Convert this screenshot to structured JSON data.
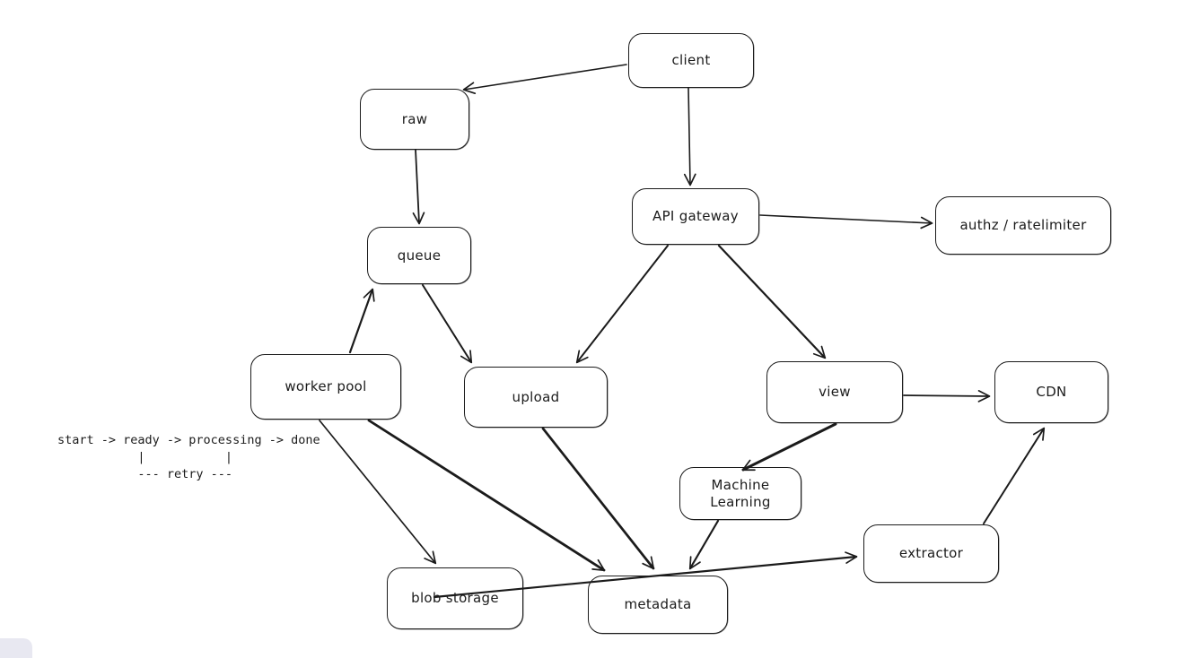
{
  "canvas": {
    "background": "#ffffff",
    "stroke_color": "#1b1b1b"
  },
  "nodes": {
    "client": {
      "label": "client"
    },
    "raw": {
      "label": "raw"
    },
    "api_gateway": {
      "label": "API gateway"
    },
    "authz_ratelimiter": {
      "label": "authz / ratelimiter"
    },
    "queue": {
      "label": "queue"
    },
    "worker_pool": {
      "label": "worker pool"
    },
    "upload": {
      "label": "upload"
    },
    "view": {
      "label": "view"
    },
    "cdn": {
      "label": "CDN"
    },
    "machine_learning": {
      "label": "Machine\nLearning"
    },
    "blob_storage": {
      "label": "blob storage"
    },
    "metadata": {
      "label": "metadata"
    },
    "extractor": {
      "label": "extractor"
    }
  },
  "annotation": {
    "state_flow": "start -> ready -> processing -> done\n           |           |\n           --- retry ---"
  },
  "edges": [
    {
      "from": "client",
      "to": "raw"
    },
    {
      "from": "client",
      "to": "api_gateway"
    },
    {
      "from": "raw",
      "to": "queue"
    },
    {
      "from": "api_gateway",
      "to": "authz_ratelimiter"
    },
    {
      "from": "api_gateway",
      "to": "upload"
    },
    {
      "from": "api_gateway",
      "to": "view"
    },
    {
      "from": "queue",
      "to": "upload"
    },
    {
      "from": "worker_pool",
      "to": "queue"
    },
    {
      "from": "worker_pool",
      "to": "blob_storage"
    },
    {
      "from": "worker_pool",
      "to": "metadata"
    },
    {
      "from": "upload",
      "to": "metadata"
    },
    {
      "from": "view",
      "to": "machine_learning"
    },
    {
      "from": "machine_learning",
      "to": "metadata"
    },
    {
      "from": "view",
      "to": "cdn"
    },
    {
      "from": "blob_storage",
      "to": "extractor"
    },
    {
      "from": "extractor",
      "to": "cdn"
    }
  ]
}
